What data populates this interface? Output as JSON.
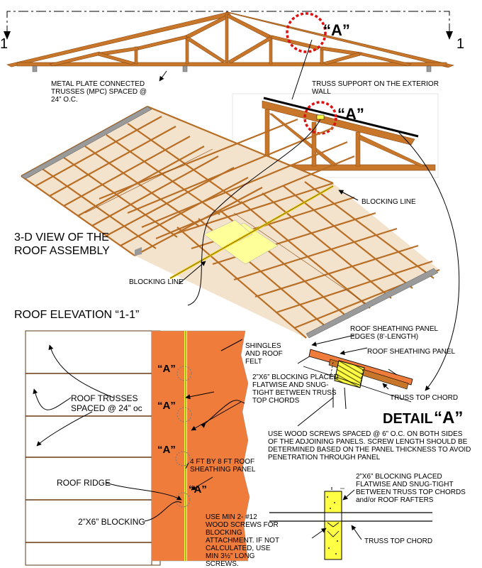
{
  "section_mark": "1",
  "detail_tag": "“A”",
  "detail_word": "DETAIL",
  "labels": {
    "mpc_trusses": "METAL PLATE CONNECTED TRUSSES (MPC) SPACED @ 24” O.C.",
    "truss_support": "TRUSS SUPPORT ON THE EXTERIOR WALL",
    "blocking_line_top": "BLOCKING LINE",
    "blocking_line_left": "BLOCKING LINE",
    "view_3d": "3-D VIEW OF THE ROOF ASSEMBLY",
    "roof_elevation": "ROOF ELEVATION “1-1”",
    "sheathing_edges": "ROOF SHEATHING PANEL EDGES (8’-LENGTH)",
    "sheathing_panel": "ROOF SHEATHING PANEL",
    "shingles": "SHINGLES AND ROOF FELT",
    "blocking_flatwise": "2”X6” BLOCKING PLACED FLATWISE AND SNUG-TIGHT BETWEEN TRUSS TOP CHORDS",
    "truss_top_chord": "TRUSS TOP CHORD",
    "roof_trusses": "ROOF TRUSSES SPACED @ 24” oc",
    "wood_screws": "USE WOOD SCREWS SPACED @ 6” O.C. ON BOTH SIDES OF THE ADJOINING PANELS.  SCREW LENGTH SHOULD BE DETERMINED BASED ON THE PANEL THICKNESS TO AVOID PENETRATION THROUGH PANEL",
    "panel_4x8": "4 FT BY 8 FT ROOF SHEATHING PANEL",
    "roof_ridge": "ROOF RIDGE",
    "blocking_2x6": "2”X6” BLOCKING",
    "min_screws": "USE MIN 2- #12 WOOD SCREWS FOR BLOCKING ATTACHMENT.  IF NOT CALCULATED, USE MIN 3½” LONG SCREWS.",
    "blocking_rafters": "2”X6” BLOCKING PLACED FLATWISE AND SNUG-TIGHT BETWEEN TRUSS TOP CHORDS and/or ROOF RAFTERS",
    "truss_top_chord_bottom": "TRUSS TOP CHORD"
  },
  "colors": {
    "wood": "#c8772a",
    "wood_dark": "#8a4a14",
    "sheathing": "#f07c3c",
    "blocking": "#ffff44",
    "panel_yellow": "#ffff99",
    "callout_red": "#dd1111",
    "steel_gray": "#9a9a9a"
  }
}
